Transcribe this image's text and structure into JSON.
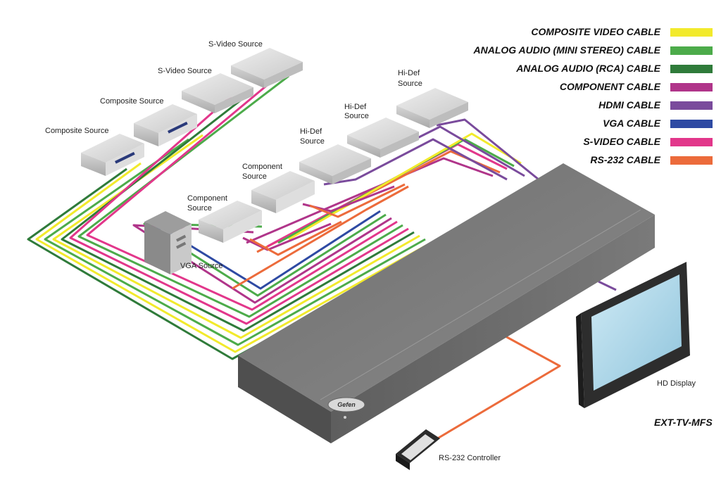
{
  "legend": {
    "items": [
      {
        "label": "COMPOSITE VIDEO CABLE",
        "color": "#f2ea2c"
      },
      {
        "label": "ANALOG AUDIO (MINI STEREO) CABLE",
        "color": "#4cab4a"
      },
      {
        "label": "ANALOG AUDIO (RCA) CABLE",
        "color": "#2f7b3a"
      },
      {
        "label": "COMPONENT CABLE",
        "color": "#b0358a"
      },
      {
        "label": "HDMI CABLE",
        "color": "#7a4b9c"
      },
      {
        "label": "VGA CABLE",
        "color": "#2e4aa3"
      },
      {
        "label": "S-VIDEO CABLE",
        "color": "#e2378b"
      },
      {
        "label": "RS-232 CABLE",
        "color": "#ec6b3b"
      }
    ]
  },
  "sources": {
    "svideo_1": "S-Video Source",
    "svideo_2": "S-Video Source",
    "composite_1": "Composite Source",
    "composite_2": "Composite Source",
    "hidef_1": [
      "Hi-Def",
      "Source"
    ],
    "hidef_2": [
      "Hi-Def",
      "Source"
    ],
    "hidef_3": [
      "Hi-Def",
      "Source"
    ],
    "component_1": [
      "Component",
      "Source"
    ],
    "component_2": [
      "Component",
      "Source"
    ],
    "vga": "VGA Source"
  },
  "devices": {
    "display": "HD Display",
    "controller": "RS-232 Controller",
    "switch_logo": "Gefen",
    "model": "EXT-TV-MFS"
  }
}
